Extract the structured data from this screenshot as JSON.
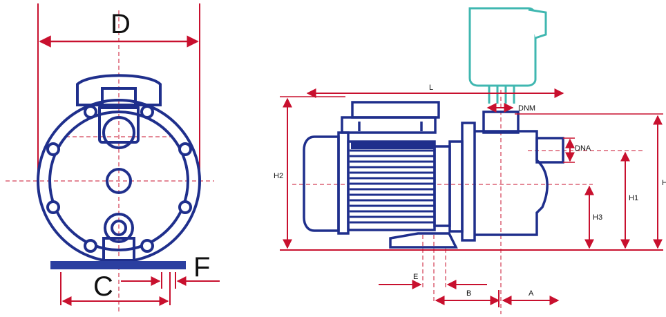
{
  "front_view": {
    "labels": {
      "D": "D",
      "C": "C",
      "F": "F"
    }
  },
  "side_view": {
    "labels": {
      "L": "L",
      "DNM": "DNM",
      "DNA": "DNA",
      "H": "H",
      "H1": "H1",
      "H2": "H2",
      "H3": "H3",
      "A": "A",
      "B": "B",
      "E": "E"
    }
  },
  "colors": {
    "pump_outline": "#1f2f8c",
    "dimension": "#c8102e",
    "motor_cap": "#3fb7b0",
    "base": "#2b3fa0"
  }
}
